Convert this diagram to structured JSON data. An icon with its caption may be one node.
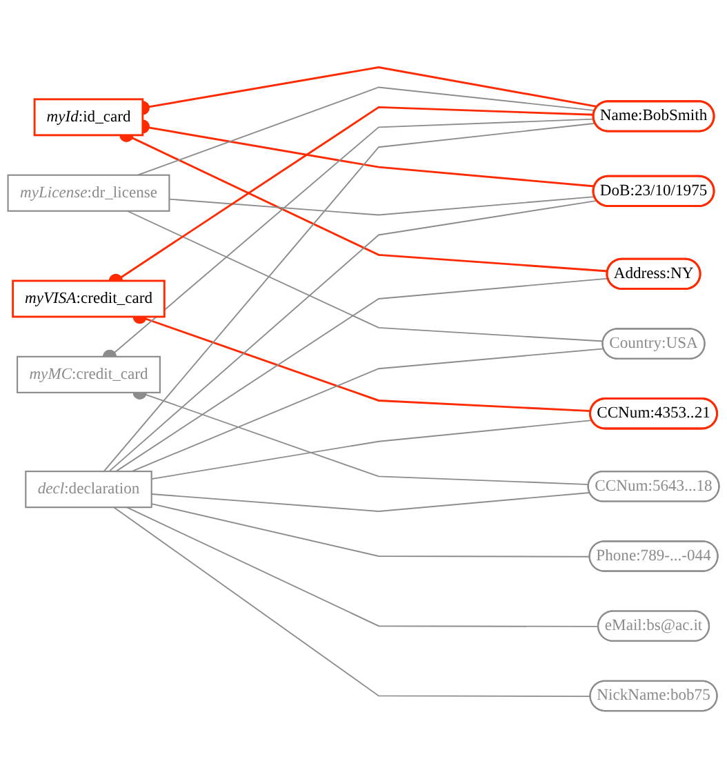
{
  "diagram": {
    "nodes": [
      {
        "text": [
          "*myId*:id_card"
        ]
      },
      {
        "text": [
          "*myLicense*:dr_license"
        ]
      },
      {
        "text": [
          "*myVISA*:credit_card"
        ]
      },
      {
        "text": [
          "*myMC*:credit_card"
        ]
      },
      {
        "text": [
          "*decl*:declaration"
        ]
      },
      {
        "text": [
          "Name:BobSmith"
        ]
      },
      {
        "text": [
          "DoB:23/10/1975"
        ]
      },
      {
        "text": [
          "Address:NY"
        ]
      },
      {
        "text": [
          "Country:USA"
        ]
      },
      {
        "text": [
          "CCNum:4353..21"
        ]
      },
      {
        "text": [
          "CCNum:5643...18"
        ]
      },
      {
        "text": [
          "Phone:789-...-044"
        ]
      },
      {
        "text": [
          "eMail:bs@ac.it"
        ]
      },
      {
        "text": [
          "NickName:bob75"
        ]
      }
    ],
    "edges": [
      {
        "from": 0,
        "to": 5,
        "arrow": "other",
        "color": "#ff2a00"
      },
      {
        "from": 0,
        "to": 6,
        "arrow": "other",
        "color": "#ff2a00"
      },
      {
        "from": 0,
        "to": 7,
        "arrow": "other",
        "color": "#ff2a00"
      },
      {
        "from": 1,
        "to": 5,
        "arrow": "none"
      },
      {
        "from": 1,
        "to": 6,
        "arrow": "none"
      },
      {
        "from": 1,
        "to": 8,
        "arrow": "none"
      },
      {
        "from": 2,
        "to": 5,
        "arrow": "other",
        "color": "#ff2a00"
      },
      {
        "from": 2,
        "to": 9,
        "arrow": "other",
        "color": "#ff2a00"
      },
      {
        "from": 3,
        "to": 5,
        "arrow": "other"
      },
      {
        "from": 3,
        "to": 10,
        "arrow": "other"
      },
      {
        "from": 4,
        "to": 5,
        "arrow": "none"
      },
      {
        "from": 4,
        "to": 6,
        "arrow": "none"
      },
      {
        "from": 4,
        "to": 7,
        "arrow": "none"
      },
      {
        "from": 4,
        "to": 8,
        "arrow": "none"
      },
      {
        "from": 4,
        "to": 9,
        "arrow": "none"
      },
      {
        "from": 4,
        "to": 10,
        "arrow": "none"
      },
      {
        "from": 4,
        "to": 11,
        "arrow": "none"
      },
      {
        "from": 4,
        "to": 12,
        "arrow": "none"
      },
      {
        "from": 4,
        "to": 13,
        "arrow": "none"
      }
    ]
  }
}
